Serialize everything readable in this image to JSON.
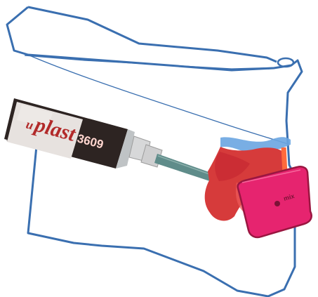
{
  "illustration": {
    "syringe_brand": "plast",
    "syringe_brand_prefix": "u",
    "syringe_number": "3609",
    "tray_badge": "mix",
    "colors": {
      "outline": "#3a6fb0",
      "cartridge_dark": "#2d2422",
      "cartridge_label": "#e7e2df",
      "brand_text": "#b22a2a",
      "mixing_tip": "#cfcfd0",
      "cannula": "#5f8c8a",
      "material_red": "#d63b3b",
      "material_dark": "#b81f2d",
      "tray_pink": "#e6246f",
      "tray_outline": "#9a1640",
      "blue_cap": "#6aa5e1",
      "stem_orange": "#ff6a3d"
    }
  }
}
